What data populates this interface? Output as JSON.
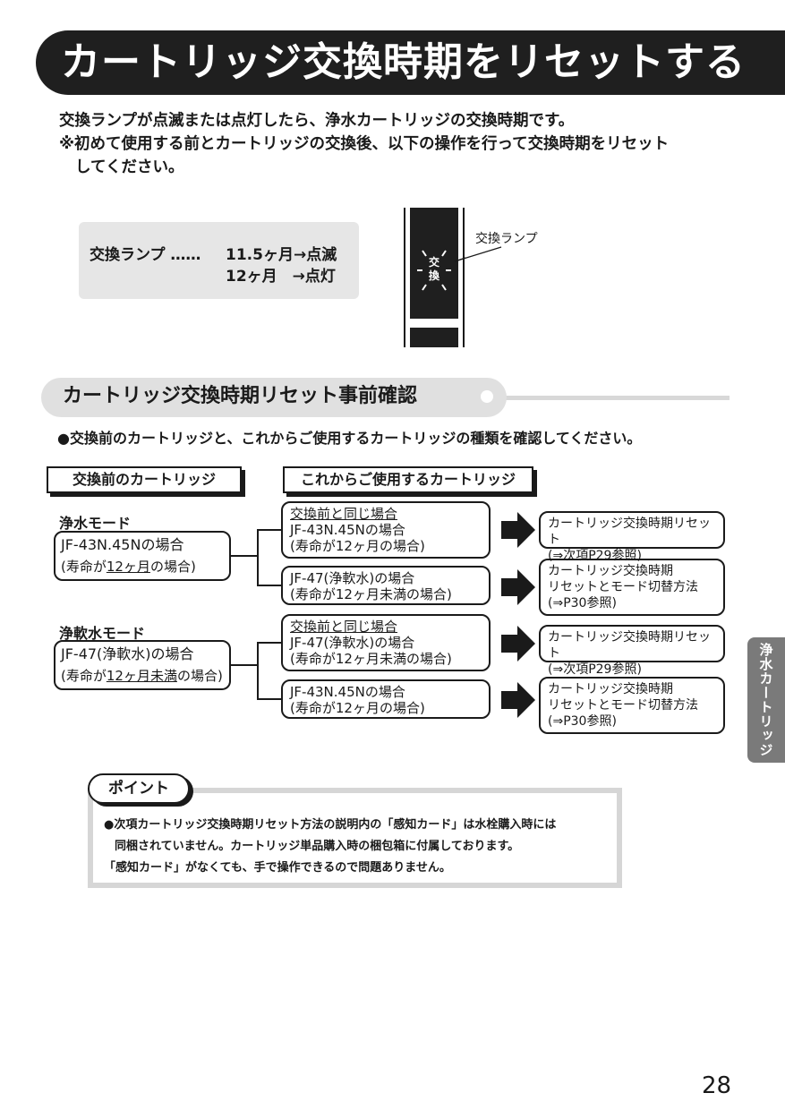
{
  "header": {
    "title": "カートリッジ交換時期をリセットする"
  },
  "intro": {
    "line1": "交換ランプが点滅または点灯したら、浄水カートリッジの交換時期です。",
    "line2": "※初めて使用する前とカートリッジの交換後、以下の操作を行って交換時期をリセット",
    "line3": "してください。"
  },
  "lamp_info": {
    "label": "交換ランプ ……",
    "value1": "11.5ヶ月→点滅",
    "value2": "12ヶ月　→点灯",
    "caption": "交換ランプ",
    "device_char1": "交",
    "device_char2": "換"
  },
  "section": {
    "title": "カートリッジ交換時期リセット事前確認",
    "note": "●交換前のカートリッジと、これからご使用するカートリッジの種類を確認してください。"
  },
  "columns": {
    "before": "交換前のカートリッジ",
    "after": "これからご使用するカートリッジ"
  },
  "modes": [
    {
      "name": "浄水モード",
      "model": "JF-43N.45Nの場合",
      "life_prefix": "(寿命が",
      "life_highlight": "12ヶ月",
      "life_suffix": "の場合)",
      "options": [
        {
          "heading": "交換前と同じ場合",
          "model": "JF-43N.45Nの場合",
          "life": "(寿命が12ヶ月の場合)",
          "result": [
            "カートリッジ交換時期リセット",
            "(⇒次項P29参照)"
          ]
        },
        {
          "heading": "",
          "model": "JF-47(浄軟水)の場合",
          "life": "(寿命が12ヶ月未満の場合)",
          "result": [
            "カートリッジ交換時期",
            "リセットとモード切替方法",
            "(⇒P30参照)"
          ]
        }
      ]
    },
    {
      "name": "浄軟水モード",
      "model": "JF-47(浄軟水)の場合",
      "life_prefix": "(寿命が",
      "life_highlight": "12ヶ月未満",
      "life_suffix": "の場合)",
      "options": [
        {
          "heading": "交換前と同じ場合",
          "model": "JF-47(浄軟水)の場合",
          "life": "(寿命が12ヶ月未満の場合)",
          "result": [
            "カートリッジ交換時期リセット",
            "(⇒次項P29参照)"
          ]
        },
        {
          "heading": "",
          "model": "JF-43N.45Nの場合",
          "life": "(寿命が12ヶ月の場合)",
          "result": [
            "カートリッジ交換時期",
            "リセットとモード切替方法",
            "(⇒P30参照)"
          ]
        }
      ]
    }
  ],
  "side_tab": "浄水カートリッジ",
  "point": {
    "badge": "ポイント",
    "line1": "●次項カートリッジ交換時期リセット方法の説明内の「感知カード」は水栓購入時には",
    "line2": "同梱されていません。カートリッジ単品購入時の梱包箱に付属しております。",
    "line3": "「感知カード」がなくても、手で操作できるので問題ありません。"
  },
  "page_number": "28",
  "colors": {
    "banner": "#1f1f1f",
    "pill": "#e0e0e0",
    "tab": "#7a7a7a",
    "frame": "#d6d6d6"
  }
}
